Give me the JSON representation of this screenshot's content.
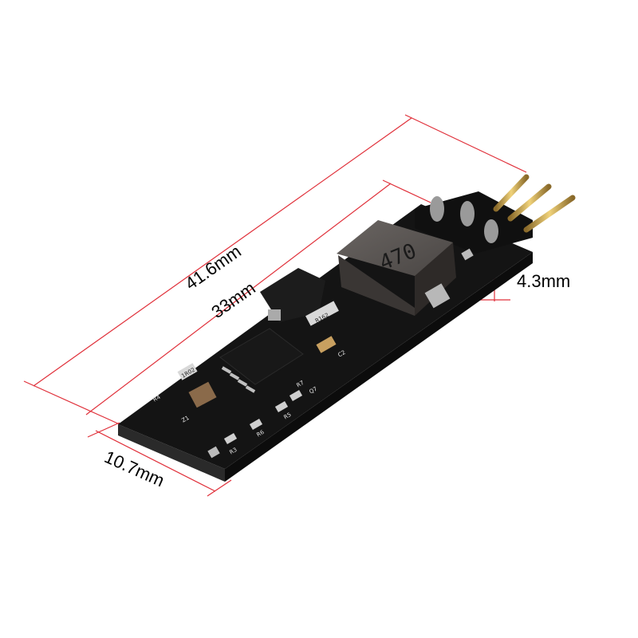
{
  "dimensions": {
    "total_length": "41.6mm",
    "board_length": "33mm",
    "width": "10.7mm",
    "height": "4.3mm"
  },
  "components": {
    "inductor_marking": "470",
    "resistor_marking": "R162",
    "resistor_small_marking": "1R02"
  },
  "silkscreen": {
    "c2": "C2",
    "r4": "R4",
    "z1": "Z1",
    "q7": "Q7",
    "r3": "R3",
    "r5": "R5",
    "r6": "R6",
    "r7": "R7"
  },
  "colors": {
    "dimension_line": "#e0303a",
    "pcb": "#141414",
    "pin": "#c9a24a"
  }
}
